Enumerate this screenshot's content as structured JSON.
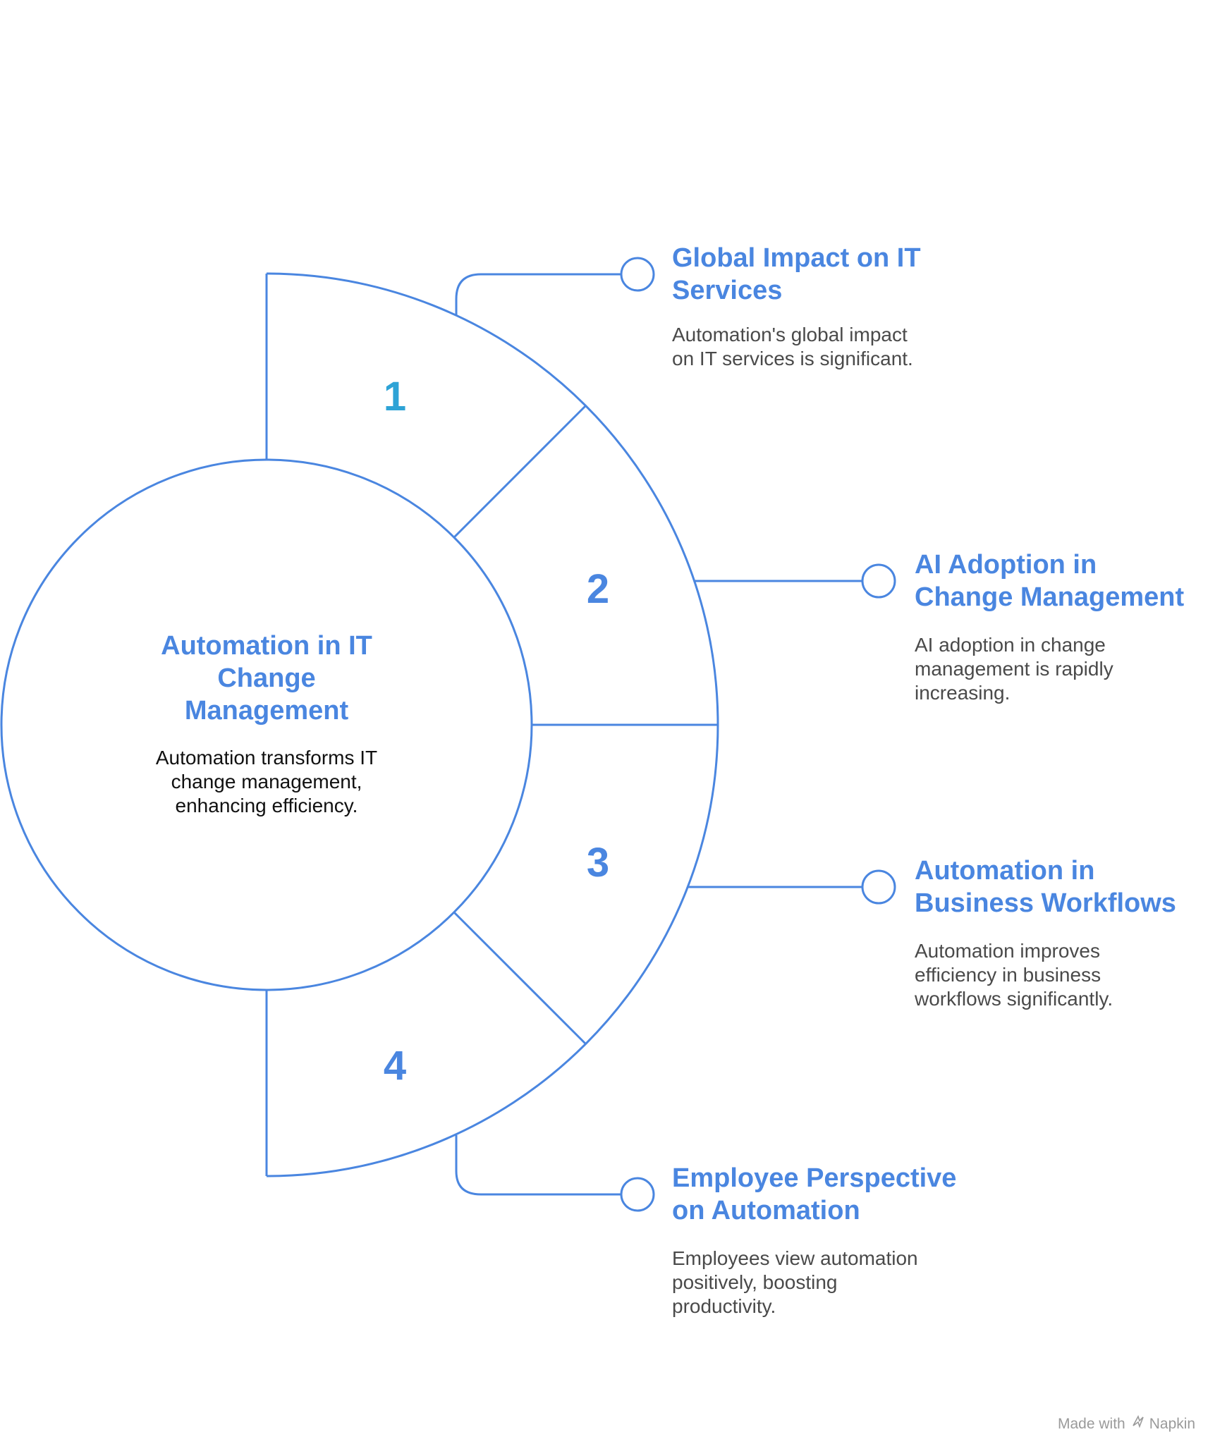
{
  "center": {
    "title": "Automation in IT\nChange\nManagement",
    "description": "Automation transforms IT\nchange management,\nenhancing efficiency."
  },
  "segments": [
    {
      "number": "1",
      "title": "Global Impact on IT\nServices",
      "description": "Automation's global impact\non IT services is significant."
    },
    {
      "number": "2",
      "title": "AI Adoption in\nChange Management",
      "description": "AI adoption in change\nmanagement is rapidly\nincreasing."
    },
    {
      "number": "3",
      "title": "Automation in\nBusiness Workflows",
      "description": "Automation improves\nefficiency in business\nworkflows significantly."
    },
    {
      "number": "4",
      "title": "Employee Perspective\non Automation",
      "description": "Employees view automation\npositively, boosting\nproductivity."
    }
  ],
  "colors": {
    "accent": "#4a86e0",
    "number1": "#2ea3d6",
    "text": "#4a4a4a"
  },
  "watermark": {
    "prefix": "Made with",
    "brand": "Napkin",
    "icon": "napkin-logo-icon"
  }
}
